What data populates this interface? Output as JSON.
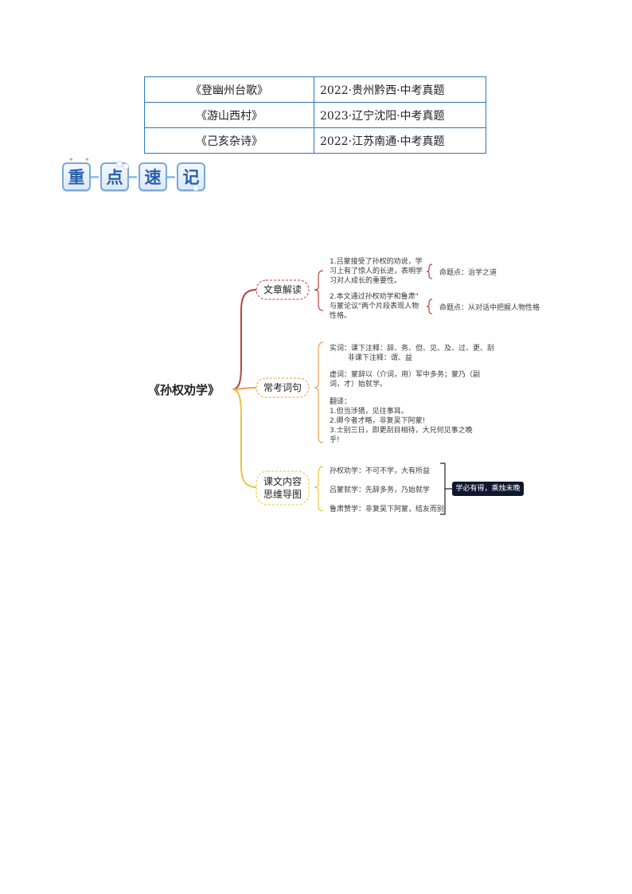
{
  "poem_table": {
    "rows": [
      {
        "title": "《登幽州台歌》",
        "source": "2022·贵州黔西·中考真题"
      },
      {
        "title": "《游山西村》",
        "source": "2023·辽宁沈阳·中考真题"
      },
      {
        "title": "《己亥杂诗》",
        "source": "2022·江苏南通·中考真题"
      }
    ]
  },
  "badge": {
    "chars": [
      "重",
      "点",
      "速",
      "记"
    ]
  },
  "mindmap": {
    "root": "《孙权劝学》",
    "branches": [
      {
        "label": "文章解读",
        "color": "#b5433a",
        "items": [
          {
            "text": "1.吕蒙接受了孙权的劝说，学\n习上有了惊人的长进，表明学\n习对人成长的重要性。",
            "tag": "命题点：治学之道"
          },
          {
            "text": "2.本文通过孙权劝学和鲁肃\"\n与蒙论议\"两个片段表现人物\n性格。",
            "tag": "命题点：从对话中把握人物性格"
          }
        ]
      },
      {
        "label": "常考词句",
        "color": "#e8a24a",
        "lines": [
          "实词：课下注释：辞、务、但、见、及、过、更、刮\n        非课下注释：谓、益",
          "虚词：蒙辞以（介词，用）军中多务；蒙乃（副\n词，才）始就学。",
          "翻译：\n1.但当涉猎，见往事耳。\n2.卿今者才略，非复吴下阿蒙!\n3.士别三日，即更刮目相待，大兄何见事之晚\n乎!"
        ]
      },
      {
        "label_lines": [
          "课文内容",
          "思维导图"
        ],
        "color": "#e8c53c",
        "items": [
          "孙权劝学：不可不学，大有所益",
          "吕蒙就学：先辞多务，乃始就学",
          "鲁肃赞学：非复吴下阿蒙，结友而别"
        ],
        "summary": "学必有得，乘烛末晚"
      }
    ]
  }
}
